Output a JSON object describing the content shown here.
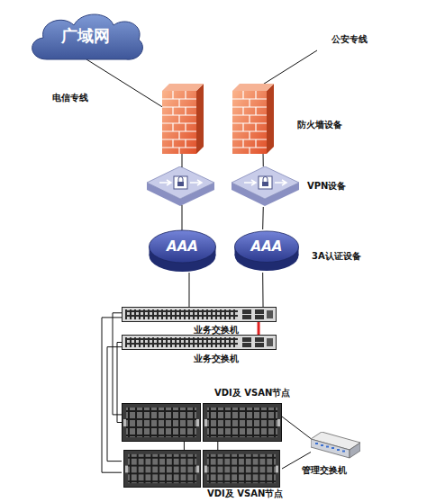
{
  "diagram": {
    "nodes": [
      {
        "text": [
          "广域网"
        ]
      },
      {
        "text": [
          "防火墙设备"
        ]
      },
      {
        "text": [
          "VPN设备"
        ]
      },
      {
        "text": [
          "AAA"
        ]
      },
      {
        "text": [
          "AAA",
          "3A认证设备"
        ]
      },
      {
        "text": [
          "业务交换机"
        ]
      },
      {
        "text": [
          "业务交换机"
        ]
      },
      {
        "text": [
          "VDI及 VSAN节点"
        ]
      },
      {
        "text": [
          "VDI及 VSAN节点"
        ]
      },
      {
        "text": [
          "管理交换机"
        ]
      }
    ],
    "edges": [
      {
        "from": 1,
        "to": 2,
        "arrow": "none"
      },
      {
        "from": 2,
        "to": 4,
        "arrow": "none"
      },
      {
        "from": 3,
        "to": 5,
        "arrow": "none"
      },
      {
        "from": 4,
        "to": 5,
        "arrow": "none"
      },
      {
        "from": 5,
        "to": 6,
        "arrow": "none"
      },
      {
        "from": 5,
        "to": 7,
        "arrow": "none"
      },
      {
        "from": 6,
        "to": 7,
        "arrow": "none"
      },
      {
        "from": 5,
        "to": 8,
        "arrow": "none"
      },
      {
        "from": 6,
        "to": 8,
        "arrow": "none"
      },
      {
        "from": 7,
        "to": 8,
        "arrow": "none"
      },
      {
        "from": 7,
        "to": 8,
        "arrow": "none"
      },
      {
        "from": 7,
        "to": 9,
        "arrow": "none"
      },
      {
        "from": 8,
        "to": 9,
        "arrow": "none"
      }
    ],
    "labels": [
      "电信专线",
      "公安专线"
    ]
  }
}
